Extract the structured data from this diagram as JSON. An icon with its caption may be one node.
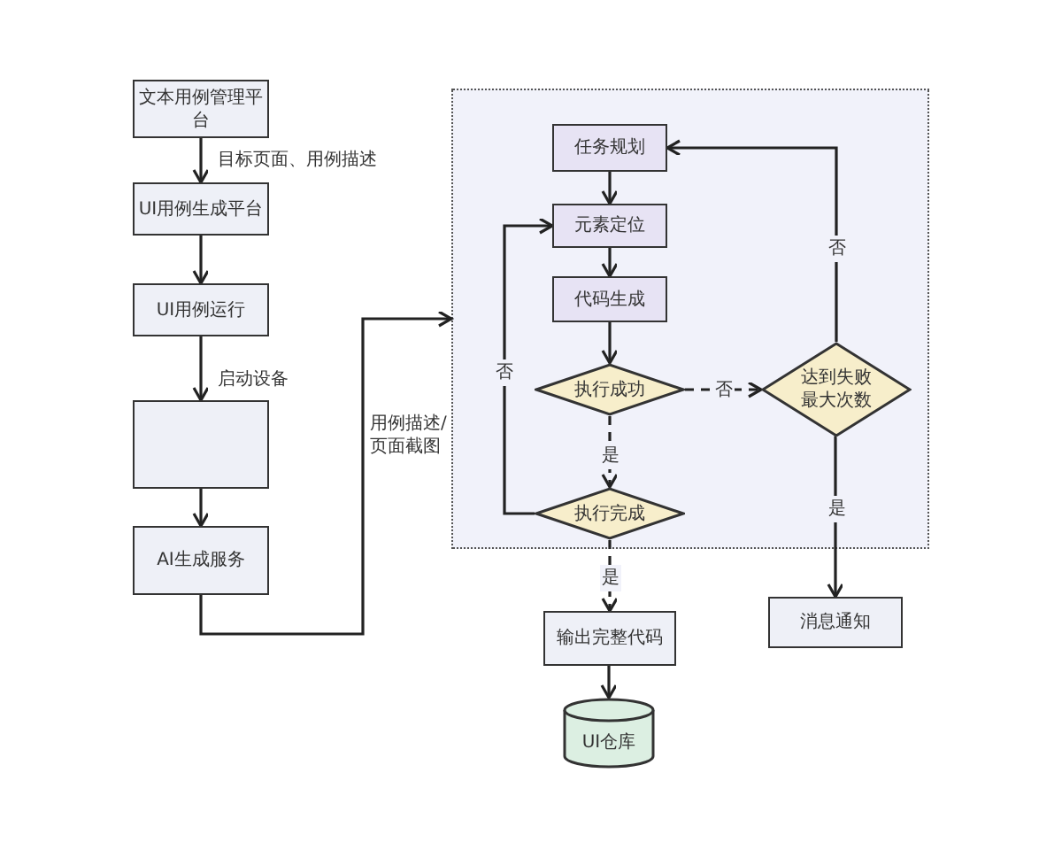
{
  "diagram": {
    "nodes": [
      {
        "text": [
          "文本用例管理平台"
        ]
      },
      {
        "text": [
          "UI用例生成平台"
        ]
      },
      {
        "text": [
          "UI用例运行"
        ]
      },
      {
        "text": [],
        "shape": "box"
      },
      {
        "text": [
          "AI生成服务"
        ]
      },
      {
        "text": [],
        "shape": "box"
      },
      {
        "text": [
          "任务规划"
        ],
        "in": 5
      },
      {
        "text": [
          "元素定位"
        ],
        "in": 5
      },
      {
        "text": [
          "代码生成"
        ],
        "in": 5
      },
      {
        "text": [
          "执行成功"
        ],
        "in": 5
      },
      {
        "text": [
          "达到失败最大次数"
        ],
        "in": 5
      },
      {
        "text": [
          "执行完成"
        ],
        "in": 5
      },
      {
        "text": [
          "输出完整代码"
        ]
      },
      {
        "text": [
          "UI仓库"
        ]
      },
      {
        "text": [
          "消息通知"
        ]
      }
    ],
    "edges": [
      {
        "from": 0,
        "to": 1,
        "arrow": "to",
        "label": "目标页面、用例描述"
      },
      {
        "from": 1,
        "to": 2,
        "arrow": "to"
      },
      {
        "from": 2,
        "to": 3,
        "arrow": "to",
        "label": "启动设备"
      },
      {
        "from": 3,
        "to": 4,
        "arrow": "to"
      },
      {
        "from": 4,
        "to": 5,
        "arrow": "to",
        "label": "用例描述/页面截图"
      },
      {
        "from": 6,
        "to": 7,
        "arrow": "to"
      },
      {
        "from": 7,
        "to": 8,
        "arrow": "to"
      },
      {
        "from": 8,
        "to": 9,
        "arrow": "to"
      },
      {
        "from": 9,
        "to": 10,
        "arrow": "to",
        "label": "否",
        "style": "dashed"
      },
      {
        "from": 9,
        "to": 11,
        "arrow": "to",
        "label": "是",
        "style": "dashed"
      },
      {
        "from": 11,
        "to": 7,
        "arrow": "to",
        "label": "否"
      },
      {
        "from": 10,
        "to": 6,
        "arrow": "to",
        "label": "否"
      },
      {
        "from": 10,
        "to": 14,
        "arrow": "to",
        "label": "是"
      },
      {
        "from": 11,
        "to": 12,
        "arrow": "to",
        "label": "是",
        "style": "dashed"
      },
      {
        "from": 12,
        "to": 13,
        "arrow": "to"
      }
    ]
  }
}
